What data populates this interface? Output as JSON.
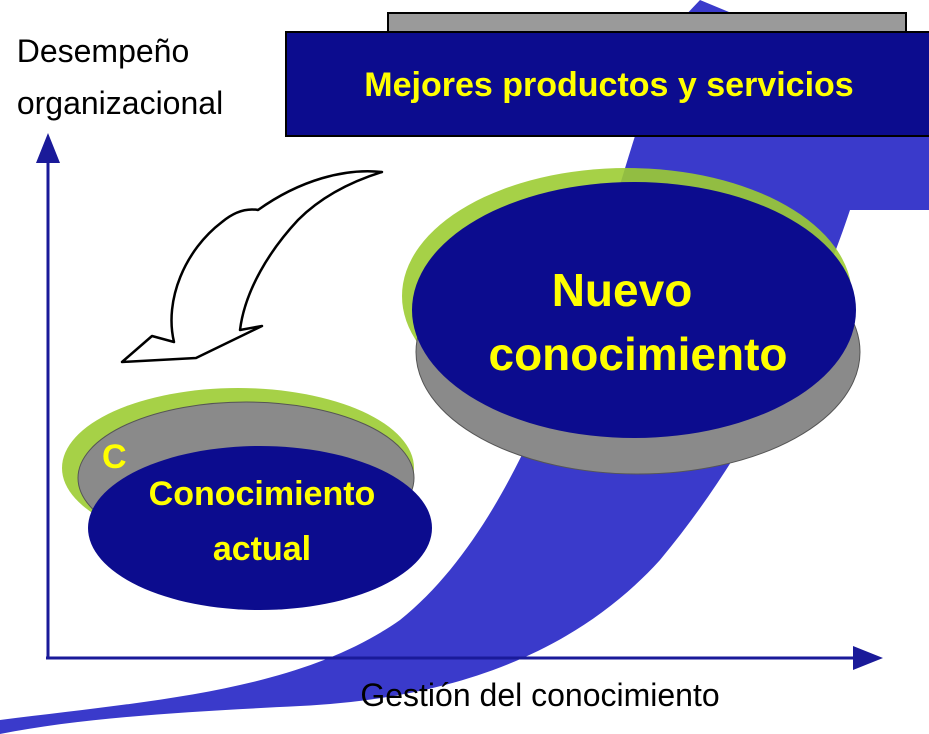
{
  "y_axis_label": {
    "line1": "Desempeño",
    "line2": "organizacional"
  },
  "x_axis_label": "Gestión del conocimiento",
  "banner": "Mejores productos y servicios",
  "new_knowledge": {
    "line1": "Nuevo",
    "line2": "conocimiento"
  },
  "current_knowledge": {
    "line1": "Conocimiento",
    "line2": "actual",
    "ghost_letter": "C"
  },
  "colors": {
    "arrow": "#3a3acb",
    "disc": "#0c0c8e",
    "disc_side": "#8a8a8a",
    "disc_rim": "#9ccc33",
    "text_accent": "#ffff00",
    "banner_back": "#9a9a9a"
  }
}
